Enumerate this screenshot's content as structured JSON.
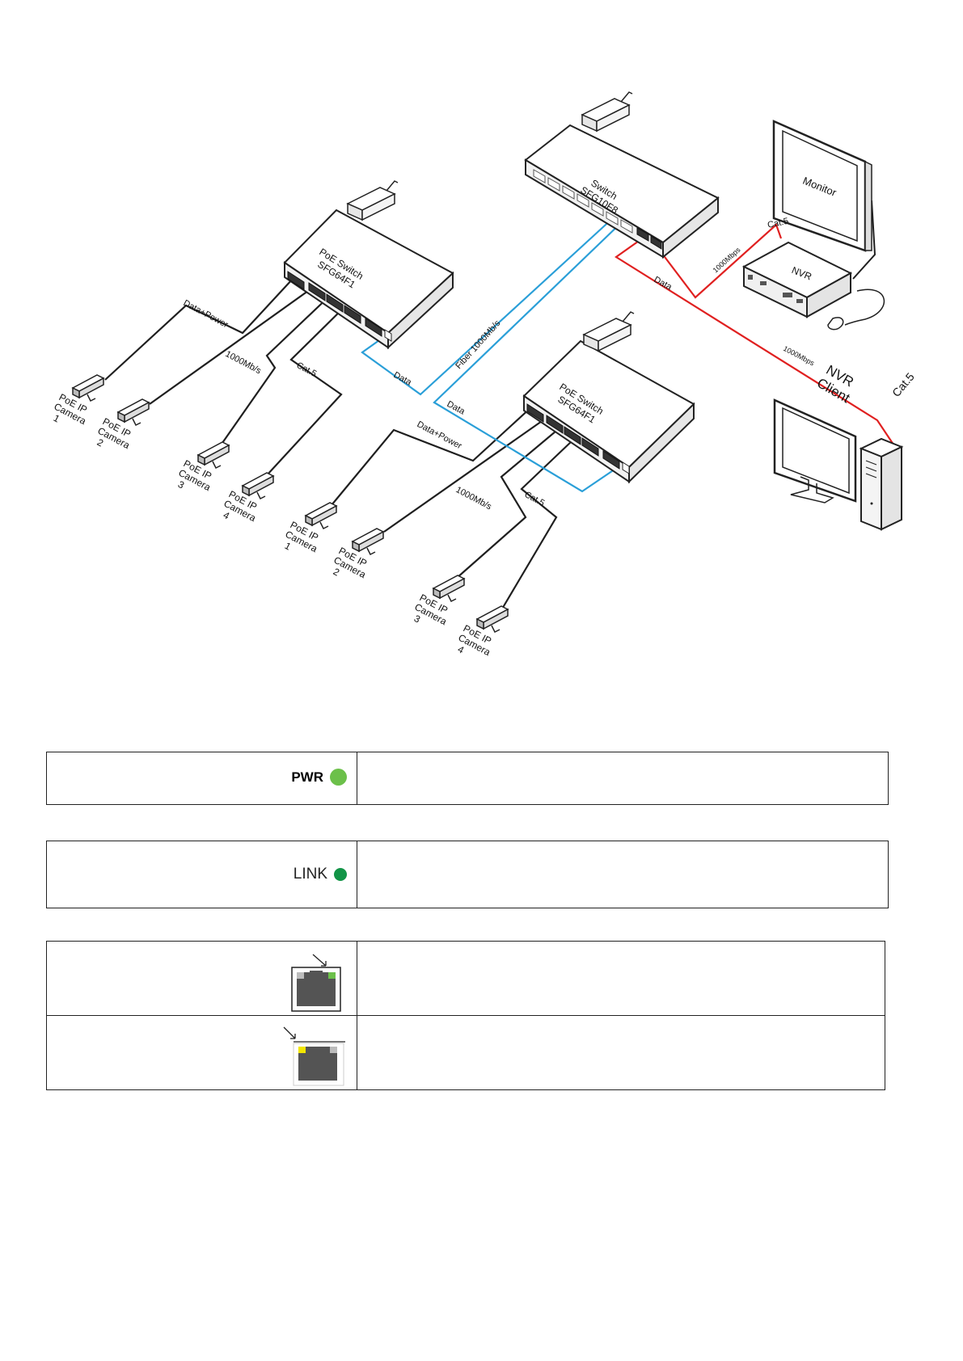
{
  "diagram": {
    "poe_switch_1": {
      "line1": "PoE Switch",
      "line2": "SFG64F1"
    },
    "poe_switch_2": {
      "line1": "PoE Switch",
      "line2": "SFG64F1"
    },
    "core_switch": {
      "line1": "Switch",
      "line2": "SFG10F8"
    },
    "monitor": "Monitor",
    "nvr": "NVR",
    "nvr_client": {
      "line1": "NVR",
      "line2": "Client"
    },
    "cable_labels": {
      "data_power": "Data+Power",
      "speed_1000": "1000Mb/s",
      "cat5": "Cat.5",
      "data": "Data",
      "fiber": "Fiber 1000Mb/s",
      "speed_1000bps": "1000Mbps"
    },
    "cameras": [
      {
        "line1": "PoE IP",
        "line2": "Camera",
        "num": "1"
      },
      {
        "line1": "PoE IP",
        "line2": "Camera",
        "num": "2"
      },
      {
        "line1": "PoE IP",
        "line2": "Camera",
        "num": "3"
      },
      {
        "line1": "PoE IP",
        "line2": "Camera",
        "num": "4"
      }
    ],
    "colors": {
      "data_cable": "#1f1f1f",
      "fiber_cable": "#2a9fd8",
      "nvr_cable": "#e02020"
    }
  },
  "legend": {
    "pwr_label": "PWR",
    "link_label": "LINK",
    "pwr_color": "#6cc04a",
    "link_color": "#129447",
    "port_link_color": "#6cc04a",
    "port_speed_color": "#f2e600"
  }
}
